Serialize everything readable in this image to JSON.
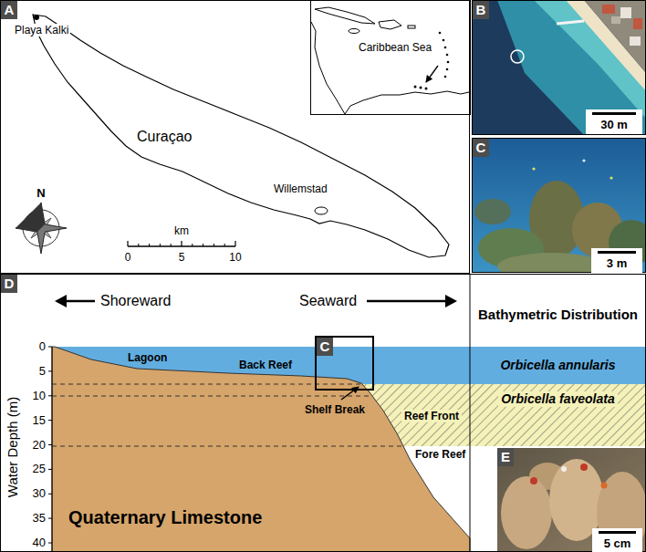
{
  "diagram": {
    "nodes": [
      {
        "text": [
          "A"
        ]
      },
      {
        "text": [
          "Caribbean Sea"
        ],
        "in": 0
      },
      {
        "text": [
          "B",
          "30 m"
        ]
      },
      {
        "text": [
          "C",
          "3 m"
        ]
      },
      {
        "text": [
          "D",
          "Bathymetric Distribution"
        ]
      },
      {
        "text": [
          "C"
        ],
        "in": 4
      },
      {
        "text": [
          "Orbicella annularis"
        ],
        "in": 4
      },
      {
        "text": [
          "Orbicella faveolata"
        ],
        "in": 4
      },
      {
        "text": [
          "E",
          "5 cm"
        ],
        "in": 4
      }
    ],
    "labels": [
      "Playa Kalki",
      "Curaçao",
      "Willemstad",
      "N",
      "km",
      "0",
      "5",
      "10",
      "Shoreward",
      "Seaward",
      "0",
      "5",
      "10",
      "15",
      "20",
      "25",
      "30",
      "35",
      "40",
      "Water Depth (m)",
      "Lagoon",
      "Back Reef",
      "Shelf Break",
      "Reef Front",
      "Fore Reef",
      "Quaternary Limestone"
    ]
  }
}
